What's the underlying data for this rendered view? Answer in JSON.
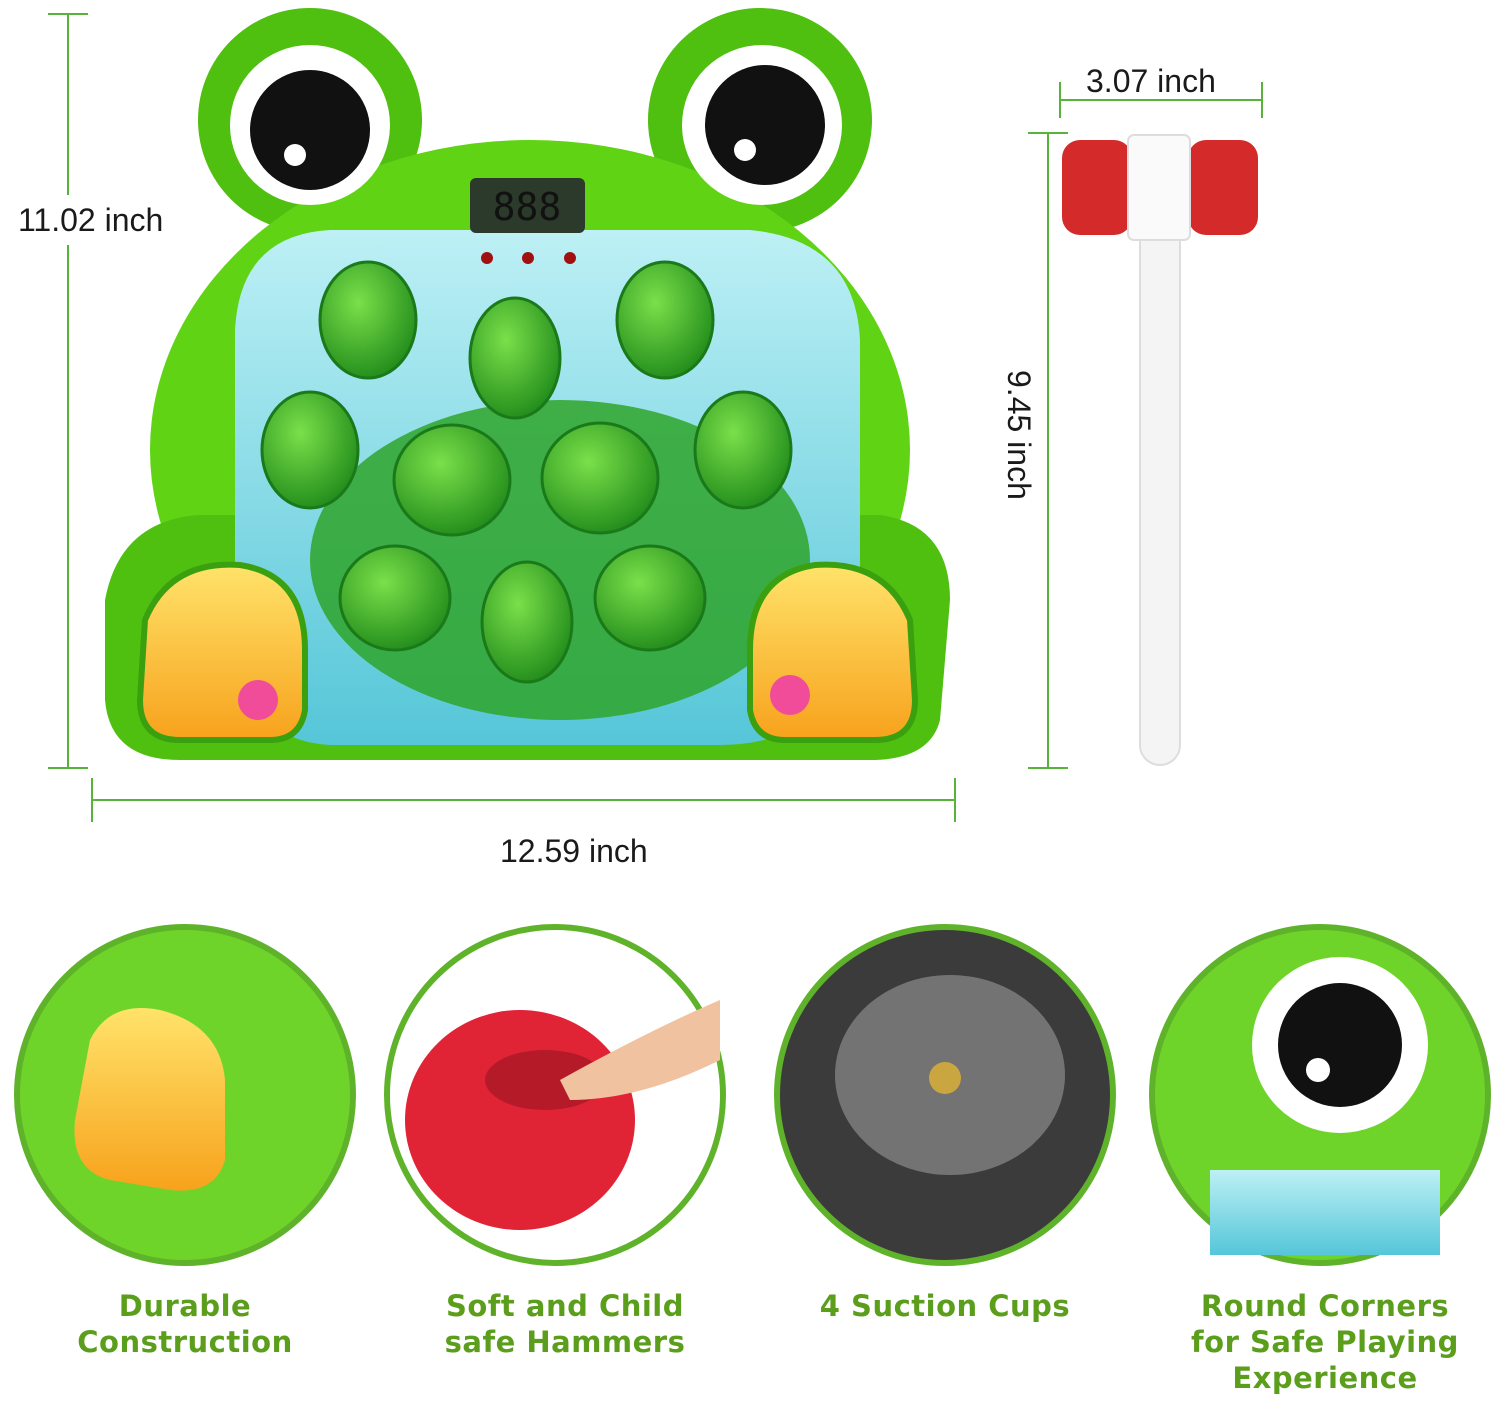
{
  "dimensions": {
    "height_label": "11.02 inch",
    "width_label": "12.59 inch",
    "hammer_width_label": "3.07 inch",
    "hammer_length_label": "9.45 inch"
  },
  "toy": {
    "score_display": "888"
  },
  "features": [
    {
      "line1": "Durable",
      "line2": "Construction"
    },
    {
      "line1": "Soft and Child",
      "line2": "safe Hammers"
    },
    {
      "line1": "4 Suction Cups"
    },
    {
      "line1": "Round Corners",
      "line2": "for Safe Playing",
      "line3": "Experience"
    }
  ],
  "colors": {
    "frog_green": "#5fd314",
    "dimension_line": "#58b33a",
    "feature_text": "#5b9e1c",
    "hammer_red": "#d42a2a"
  }
}
